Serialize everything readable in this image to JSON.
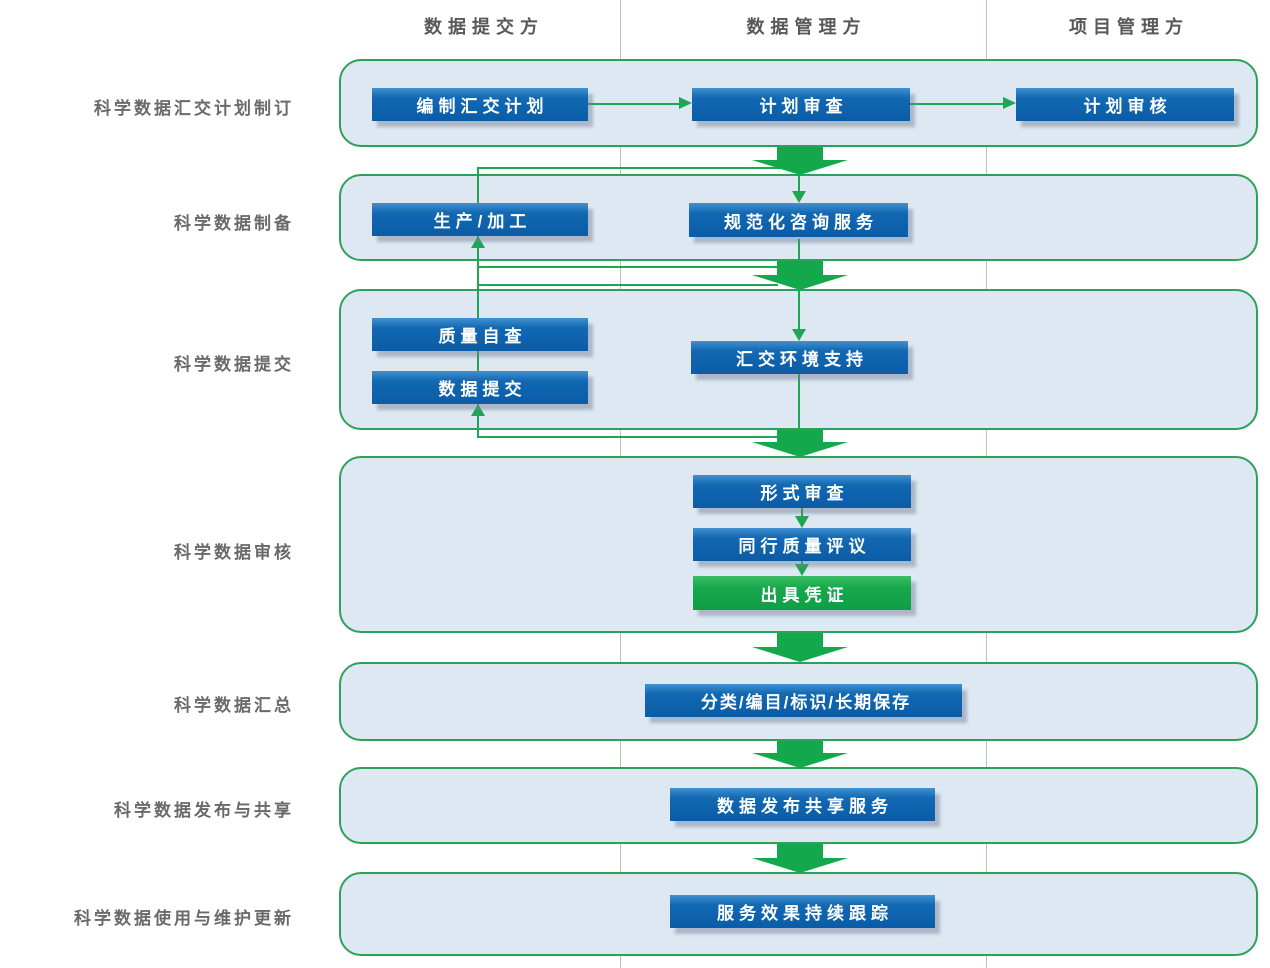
{
  "columns": {
    "col1": "数据提交方",
    "col2": "数据管理方",
    "col3": "项目管理方"
  },
  "rows": [
    {
      "label": "科学数据汇交计划制订",
      "box1": "编制汇交计划",
      "box2": "计划审查",
      "box3": "计划审核"
    },
    {
      "label": "科学数据制备",
      "box1": "生产/加工",
      "box2": "规范化咨询服务"
    },
    {
      "label": "科学数据提交",
      "box1": "质量自查",
      "box2": "数据提交",
      "box3": "汇交环境支持"
    },
    {
      "label": "科学数据审核",
      "box1": "形式审查",
      "box2": "同行质量评议",
      "box3": "出具凭证"
    },
    {
      "label": "科学数据汇总",
      "box1": "分类/编目/标识/长期保存"
    },
    {
      "label": "科学数据发布与共享",
      "box1": "数据发布共享服务"
    },
    {
      "label": "科学数据使用与维护更新",
      "box1": "服务效果持续跟踪"
    }
  ],
  "colors": {
    "box_blue": "#0d64af",
    "box_green": "#14a84d",
    "arrow_green": "#14a84d",
    "thin_line_green": "#1ea656",
    "container_fill": "#dde8f2",
    "container_border": "#2ea158",
    "label_gray": "#595959"
  }
}
